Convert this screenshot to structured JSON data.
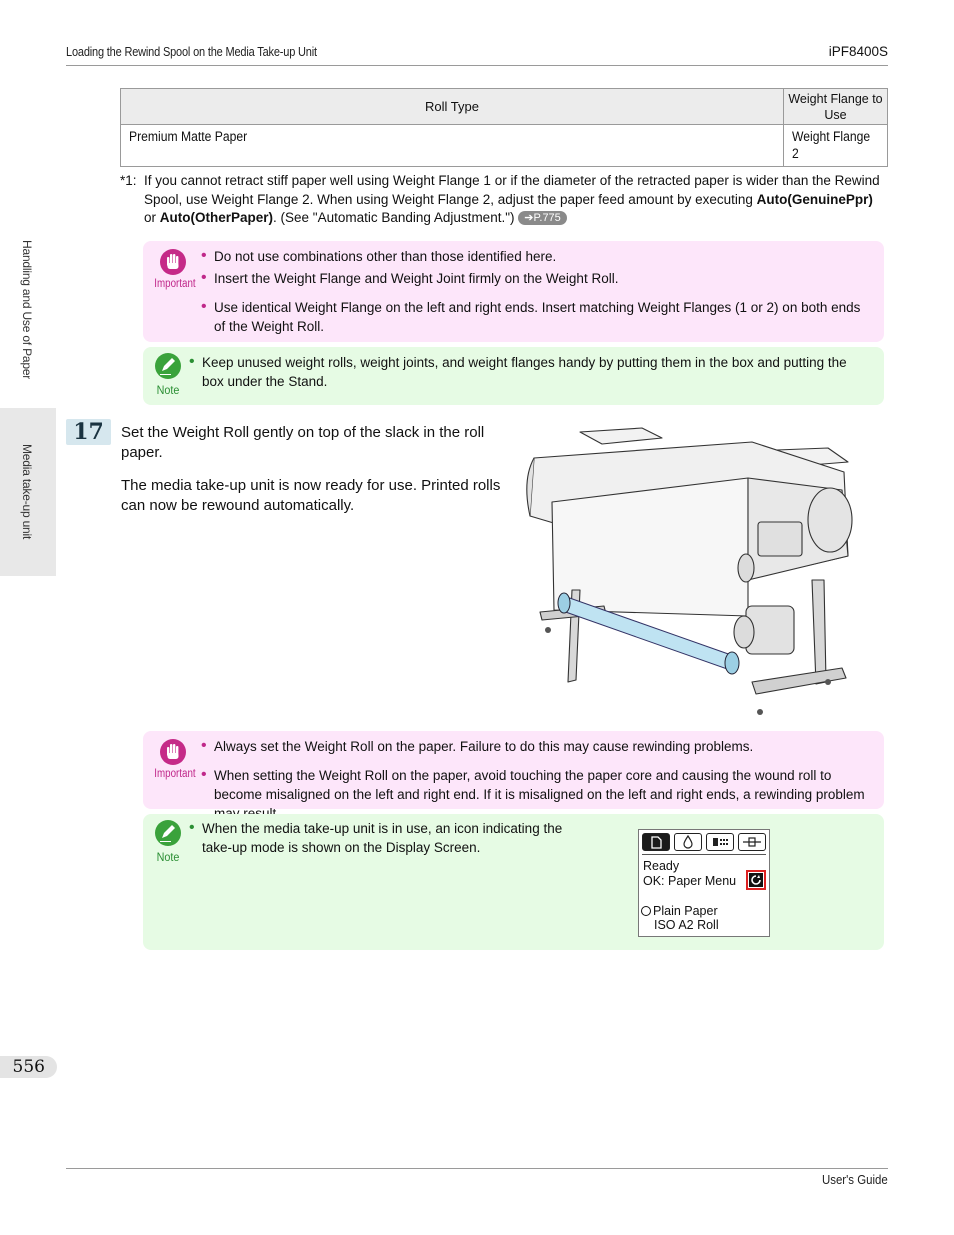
{
  "header": {
    "section_title": "Loading the Rewind Spool on the Media Take-up Unit",
    "model": "iPF8400S"
  },
  "side_tabs": {
    "chapter": "Handling and Use of Paper",
    "section": "Media take-up unit"
  },
  "roll_table": {
    "headers": [
      "Roll Type",
      "Weight Flange to Use"
    ],
    "rows": [
      [
        "Premium Matte Paper",
        "Weight Flange 2"
      ]
    ]
  },
  "footnote": {
    "mark": "*1:",
    "text_1": "If you cannot retract stiff paper well using Weight Flange 1 or if the diameter of the retracted paper is wider than the Rewind Spool, use Weight Flange 2. When using Weight Flange 2, adjust the paper feed amount by executing ",
    "bold_1": "Auto(GenuinePpr)",
    "text_2": " or ",
    "bold_2": "Auto(OtherPaper)",
    "text_3": ".  (See \"Automatic Banding Adjustment.\") ",
    "link": "➔P.775"
  },
  "important_1": {
    "label": "Important",
    "items": [
      "Do not use combinations other than those identified here.",
      "Insert the Weight Flange and Weight Joint firmly on the Weight Roll.",
      "Use identical Weight Flange on the left and right ends. Insert matching Weight Flanges (1 or 2) on both ends of the Weight Roll."
    ]
  },
  "note_1": {
    "label": "Note",
    "items": [
      "Keep unused weight rolls, weight joints, and weight flanges handy by putting them in the box and putting the box under the Stand."
    ]
  },
  "step": {
    "number": "17",
    "paragraphs": [
      "Set the Weight Roll gently on top of the slack in the roll paper.",
      "The media take-up unit is now ready for use. Printed rolls can now be rewound automatically."
    ]
  },
  "important_2": {
    "label": "Important",
    "items": [
      "Always set the Weight Roll on the paper. Failure to do this may cause rewinding problems.",
      "When setting the Weight Roll on the paper, avoid touching the paper core and causing the wound roll to become misaligned on the left and right end. If it is misaligned on the left and right ends, a rewinding problem may result."
    ]
  },
  "note_2": {
    "label": "Note",
    "items": [
      "When the media take-up unit is in use, an icon indicating the take-up mode is shown on the Display Screen."
    ]
  },
  "display_panel": {
    "line_1": "Ready",
    "line_2": "OK: Paper Menu",
    "line_3": "Plain Paper",
    "line_4": "ISO A2 Roll"
  },
  "footer": {
    "page_number": "556",
    "guide": "User's Guide"
  },
  "colors": {
    "important_bg": "#fde6fa",
    "note_bg": "#e6fbe4",
    "important_accent": "#c52a88",
    "note_accent": "#3aa23b",
    "step_badge": "#d6e7ee"
  }
}
